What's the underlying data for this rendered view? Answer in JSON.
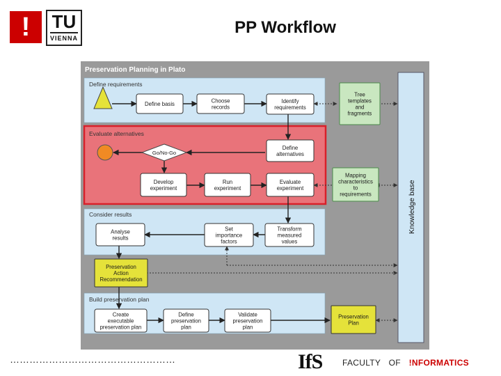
{
  "title": "PP Workflow",
  "logos": {
    "university_mark": "!",
    "university_name": "TU",
    "university_city": "VIENNA",
    "institute": "IfS",
    "faculty_prefix": "FACULTY",
    "faculty_of": "OF",
    "faculty_name": "!NFORMATICS"
  },
  "footer_dots": "……………………………………………",
  "diagram": {
    "title": "Preservation Planning in Plato",
    "sections": {
      "define": "Define requirements",
      "evaluate": "Evaluate alternatives",
      "consider": "Consider results",
      "build": "Build preservation plan"
    },
    "nodes": {
      "define_basis": [
        "Define basis"
      ],
      "choose_records": [
        "Choose",
        "records"
      ],
      "identify_requirements": [
        "Identify",
        "requirements"
      ],
      "go_no_go": [
        "Go/No-Go"
      ],
      "define_alternatives": [
        "Define",
        "alternatives"
      ],
      "develop_experiment": [
        "Develop",
        "experiment"
      ],
      "run_experiment": [
        "Run",
        "experiment"
      ],
      "evaluate_experiment": [
        "Evaluate",
        "experiment"
      ],
      "analyse_results": [
        "Analyse",
        "results"
      ],
      "set_importance": [
        "Set",
        "importance",
        "factors"
      ],
      "transform_values": [
        "Transform",
        "measured",
        "values"
      ],
      "pa_recommendation": [
        "Preservation",
        "Action",
        "Recommendation"
      ],
      "create_executable": [
        "Create",
        "executable",
        "preservation plan"
      ],
      "define_plan": [
        "Define",
        "preservation",
        "plan"
      ],
      "validate_plan": [
        "Validate",
        "preservation",
        "plan"
      ],
      "tree_templates": [
        "Tree",
        "templates",
        "and",
        "fragments"
      ],
      "mapping": [
        "Mapping",
        "characteristics",
        "to",
        "requirements"
      ],
      "preservation_plan": [
        "Preservation",
        "Plan"
      ]
    },
    "knowledge_base": "Knowledge base",
    "colors": {
      "frame": "#9a9a9a",
      "lane": "#cfe6f5",
      "evaluate_highlight": "#e9737a",
      "evaluate_border": "#d8202a",
      "task": "#ffffff",
      "doc": "#c9e7c0",
      "yellow": "#e5e23a",
      "kb": "#cfe6f5"
    }
  }
}
